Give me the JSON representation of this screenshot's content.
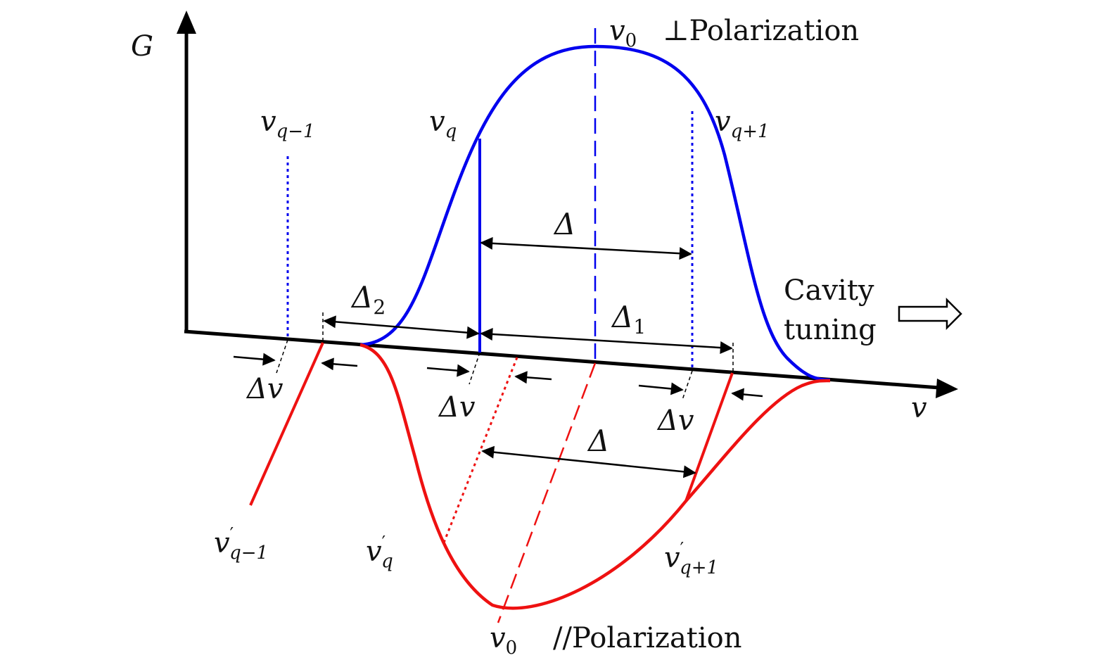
{
  "colors": {
    "axis": "#000000",
    "perpendicular": "#0000ee",
    "parallel": "#ee1111",
    "text": "#111111"
  },
  "axes": {
    "y_label": "G",
    "x_label": "v"
  },
  "perp_polarization": {
    "center_symbol": "v",
    "center_sub": "0",
    "label": "⊥Polarization",
    "modes": [
      {
        "symbol": "v",
        "sub": "q−1"
      },
      {
        "symbol": "v",
        "sub": "q"
      },
      {
        "symbol": "v",
        "sub": "q+1"
      }
    ]
  },
  "par_polarization": {
    "center_symbol": "v",
    "center_sub": "0",
    "label": "//Polarization",
    "modes": [
      {
        "symbol": "v",
        "prime": "′",
        "sub": "q−1"
      },
      {
        "symbol": "v",
        "prime": "′",
        "sub": "q"
      },
      {
        "symbol": "v",
        "prime": "′",
        "sub": "q+1"
      }
    ]
  },
  "spacings": {
    "delta": "Δ",
    "delta1": "Δ",
    "delta1_sub": "1",
    "delta2": "Δ",
    "delta2_sub": "2",
    "delta_v": "Δv"
  },
  "cavity_tuning": {
    "line1": "Cavity",
    "line2": "tuning"
  }
}
